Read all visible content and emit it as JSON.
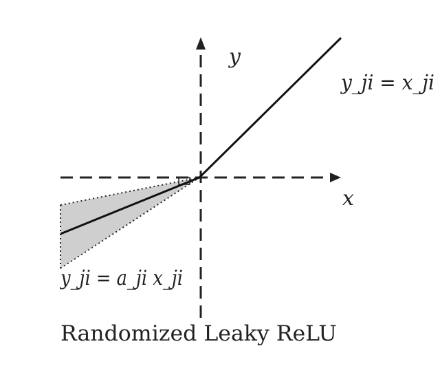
{
  "diagram": {
    "caption": "Randomized Leaky ReLU",
    "axes": {
      "x_label": "x",
      "y_label": "y"
    },
    "functions": {
      "positive_label": "y_ji = x_ji",
      "negative_label": "y_ji = a_ji x_ji"
    },
    "colors": {
      "line": "#111111",
      "shade": "#cfcfcf",
      "axis": "#222222"
    }
  }
}
